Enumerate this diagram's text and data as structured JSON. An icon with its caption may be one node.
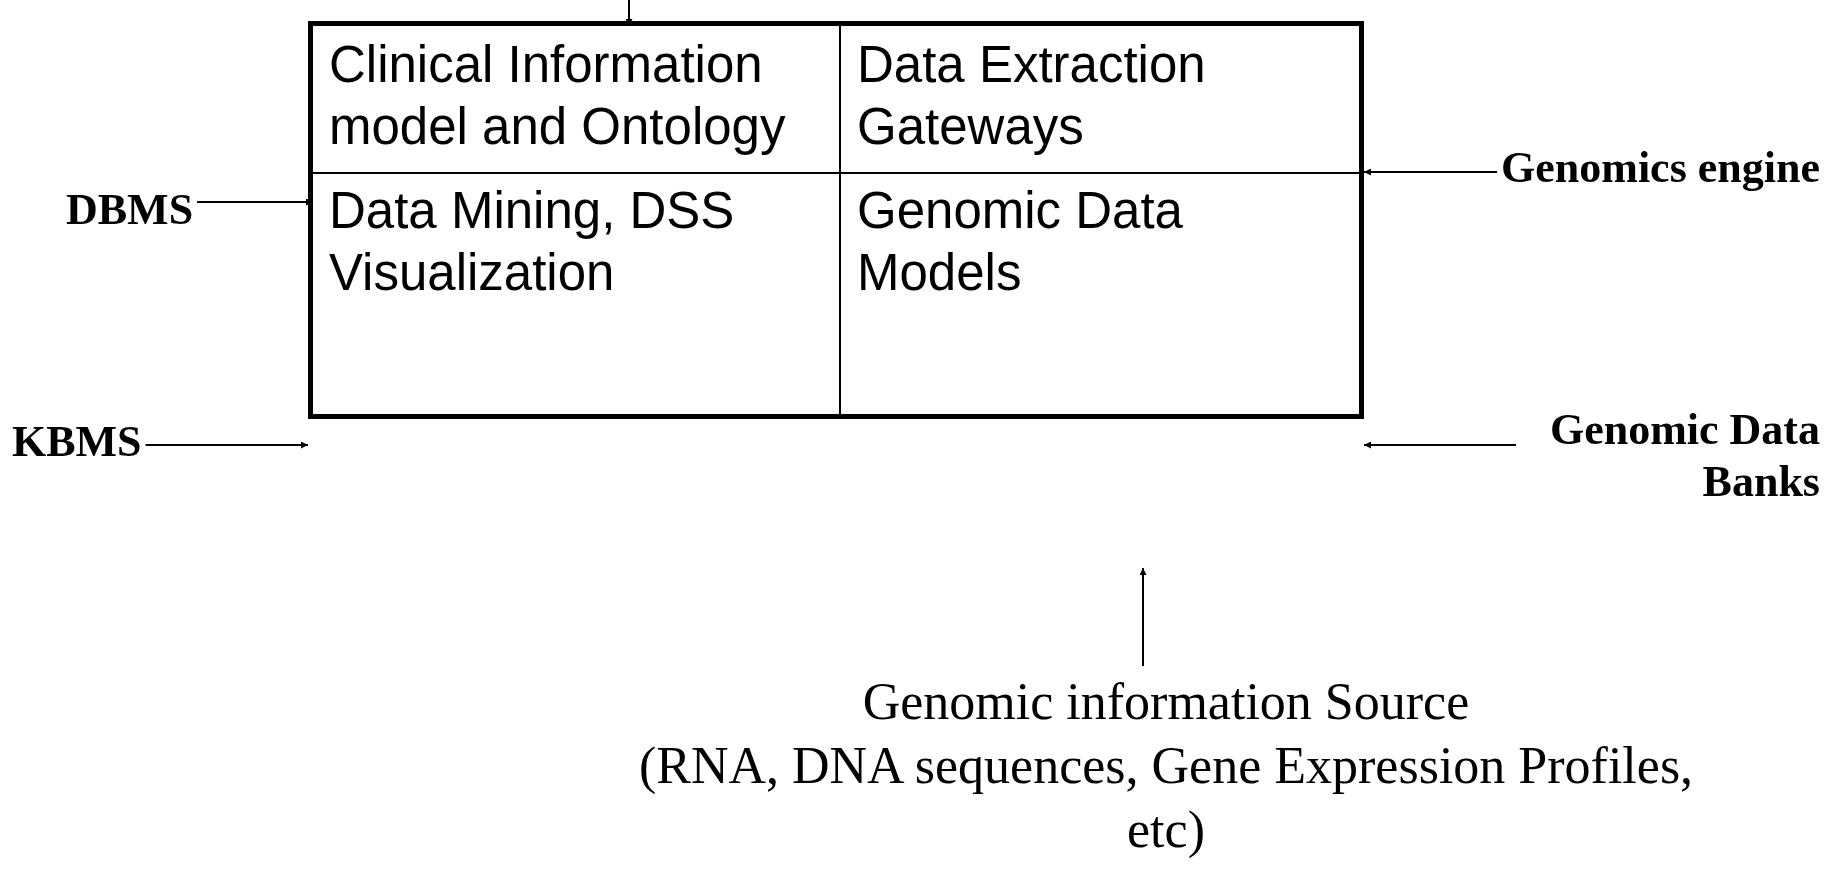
{
  "diagram": {
    "nodes": [
      {
        "text": [],
        "shape": "box"
      },
      {
        "text": [
          "Clinical Information model and Ontology"
        ],
        "in": 0
      },
      {
        "text": [
          "Data Extraction Gateways"
        ],
        "in": 0
      },
      {
        "text": [
          "Data Mining, DSS Visualization"
        ],
        "in": 0
      },
      {
        "text": [
          "Genomic Data Models"
        ],
        "in": 0
      },
      {
        "text": [
          "DBMS"
        ]
      },
      {
        "text": [
          "KBMS"
        ]
      },
      {
        "text": [
          "Genomics engine"
        ]
      },
      {
        "text": [
          "Genomic Data Banks"
        ]
      },
      {
        "text": [
          "Genomic information Source",
          "(RNA, DNA sequences, Gene Expression Profiles, etc)"
        ]
      }
    ],
    "edges": [
      {
        "from": null,
        "to": 1,
        "arrow": "to"
      },
      {
        "from": 5,
        "to": 3,
        "arrow": "to"
      },
      {
        "from": 6,
        "to": 0,
        "arrow": "to"
      },
      {
        "from": 7,
        "to": 0,
        "arrow": "to"
      },
      {
        "from": 8,
        "to": 0,
        "arrow": "to"
      },
      {
        "from": 9,
        "to": null,
        "arrow": "to"
      }
    ]
  }
}
